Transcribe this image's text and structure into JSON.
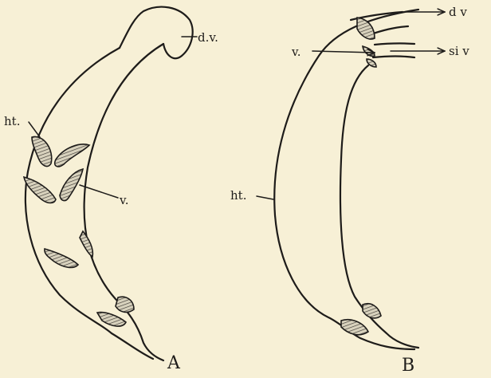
{
  "figure": {
    "panel_a": {
      "panel_label": "A",
      "labels": {
        "dorsal_vessel": "d.v.",
        "heart": "ht.",
        "valve": "v."
      }
    },
    "panel_b": {
      "panel_label": "B",
      "labels": {
        "dorsal_vessel": "d v",
        "valve": "v.",
        "sinus_venosus": "si v",
        "heart": "ht."
      }
    }
  }
}
